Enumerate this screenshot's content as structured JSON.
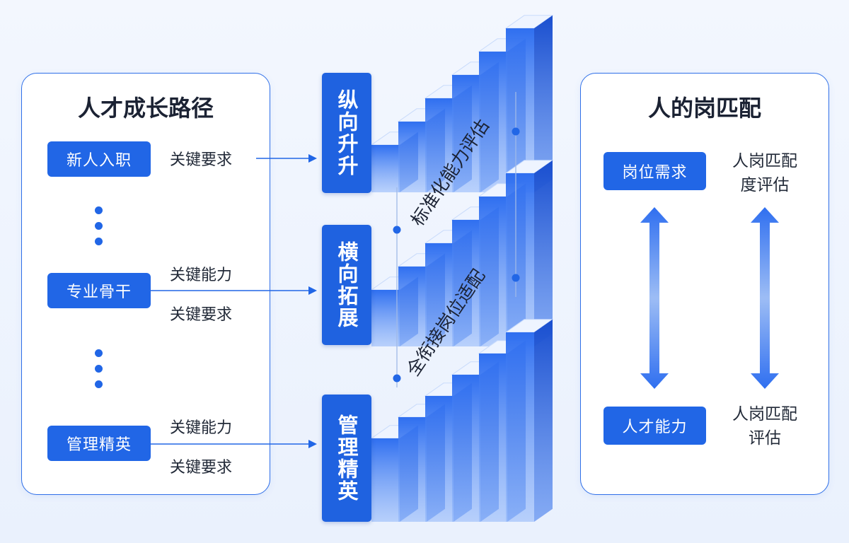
{
  "left_panel": {
    "title": "人才成长路径",
    "stages": [
      {
        "button": "新人入职",
        "labels": [
          "关键要求"
        ]
      },
      {
        "button": "专业骨干",
        "labels": [
          "关键能力",
          "关键要求"
        ]
      },
      {
        "button": "管理精英",
        "labels": [
          "关键能力",
          "关键要求"
        ]
      }
    ]
  },
  "middle": {
    "tabs": [
      "纵向升升",
      "横向拓展",
      "管理精英"
    ],
    "diagonal_labels": [
      "标准化能力评估",
      "全衔接岗位适配"
    ]
  },
  "right_panel": {
    "title": "人的岗匹配",
    "buttons": [
      "岗位需求",
      "人才能力"
    ],
    "top_label": [
      "人岗匹配",
      "度评估"
    ],
    "bottom_label": [
      "人岗匹配",
      "评估"
    ]
  },
  "colors": {
    "accent": "#2166e6",
    "border": "#2f6fe8"
  }
}
